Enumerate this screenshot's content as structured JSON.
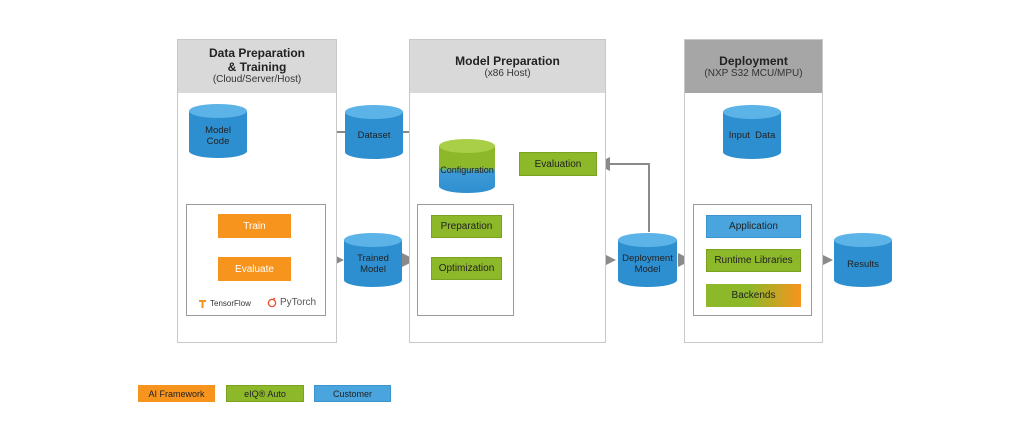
{
  "panels": {
    "data_prep": {
      "title": "Data Preparation\n& Training",
      "subtitle": "(Cloud/Server/Host)"
    },
    "model_prep": {
      "title": "Model Preparation",
      "subtitle": "(x86 Host)"
    },
    "deployment": {
      "title": "Deployment",
      "subtitle": "(NXP S32 MCU/MPU)"
    }
  },
  "databases": {
    "model_code": "Model\nCode",
    "dataset": "Dataset",
    "configuration": "Configuration",
    "trained_model": "Trained\nModel",
    "deployment_model": "Deployment\nModel",
    "input_data": "Input  Data",
    "results": "Results"
  },
  "boxes": {
    "train": "Train",
    "evaluate": "Evaluate",
    "evaluation": "Evaluation",
    "preparation": "Preparation",
    "optimization": "Optimization",
    "application": "Application",
    "runtime_libraries": "Runtime Libraries",
    "backends": "Backends"
  },
  "logos": {
    "tensorflow": "TensorFlow",
    "pytorch": "PyTorch"
  },
  "legend": {
    "ai_framework": "AI Framework",
    "eiq_auto": "eIQ® Auto",
    "customer": "Customer"
  },
  "colors": {
    "orange": "#f7941d",
    "green": "#8db82a",
    "blue": "#4aa4de",
    "header_gray": "#d9d9d9",
    "header_dark": "#a6a6a6"
  }
}
